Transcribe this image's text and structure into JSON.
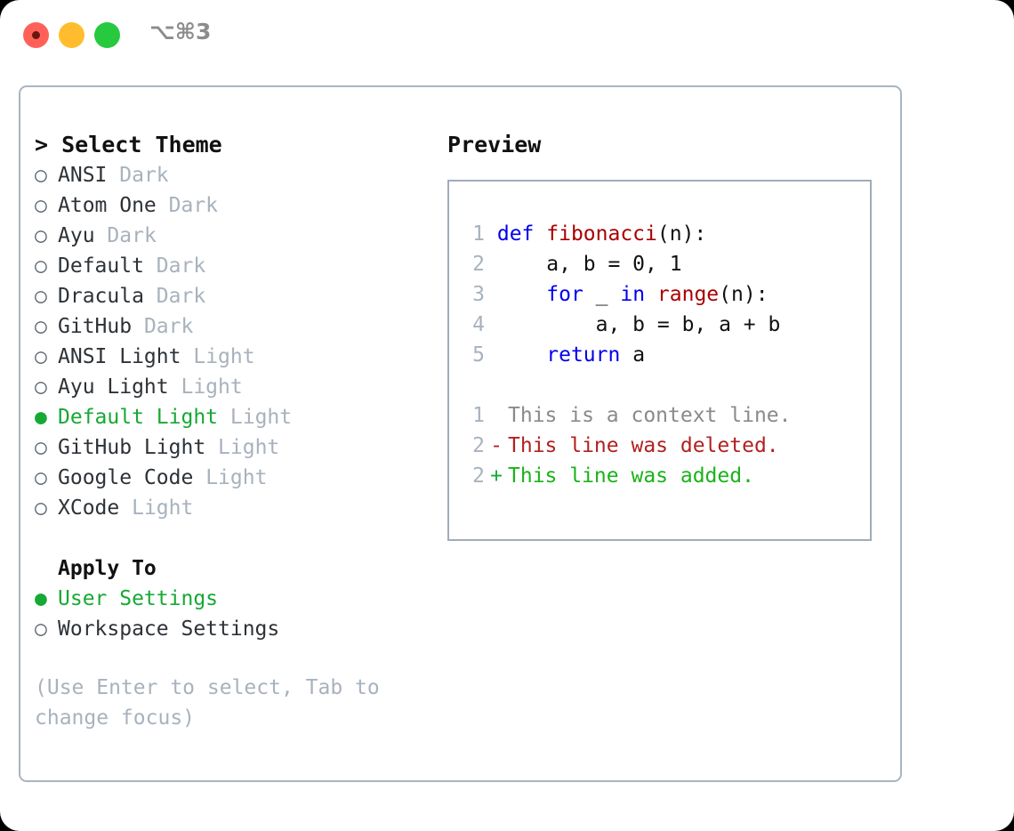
{
  "titlebar": {
    "shortcut": "⌥⌘3",
    "buttons": [
      {
        "name": "close",
        "color": "#ff6159"
      },
      {
        "name": "minimize",
        "color": "#ffbd2e"
      },
      {
        "name": "maximize",
        "color": "#27c93f"
      }
    ]
  },
  "colors": {
    "selected_green": "#16a934",
    "tag_gray": "#a8b2bd",
    "label_dark": "#2d3237",
    "border": "#a9b4c2",
    "keyword_blue": "#0000ee",
    "function_red": "#aa0000",
    "diff_delete": "#b32020",
    "diff_add": "#19b319"
  },
  "theme_list": {
    "header": "> Select Theme",
    "marker_selected": "●",
    "marker_unselected": "○",
    "items": [
      {
        "label": "ANSI",
        "tag": "Dark",
        "selected": false
      },
      {
        "label": "Atom One",
        "tag": "Dark",
        "selected": false
      },
      {
        "label": "Ayu",
        "tag": "Dark",
        "selected": false
      },
      {
        "label": "Default",
        "tag": "Dark",
        "selected": false
      },
      {
        "label": "Dracula",
        "tag": "Dark",
        "selected": false
      },
      {
        "label": "GitHub",
        "tag": "Dark",
        "selected": false
      },
      {
        "label": "ANSI Light",
        "tag": "Light",
        "selected": false
      },
      {
        "label": "Ayu Light",
        "tag": "Light",
        "selected": false
      },
      {
        "label": "Default Light",
        "tag": "Light",
        "selected": true
      },
      {
        "label": "GitHub Light",
        "tag": "Light",
        "selected": false
      },
      {
        "label": "Google Code",
        "tag": "Light",
        "selected": false
      },
      {
        "label": "XCode",
        "tag": "Light",
        "selected": false
      }
    ]
  },
  "apply_to": {
    "header": "Apply To",
    "items": [
      {
        "label": "User Settings",
        "selected": true
      },
      {
        "label": "Workspace Settings",
        "selected": false
      }
    ]
  },
  "hint": "(Use Enter to select, Tab to change focus)",
  "preview": {
    "title": "Preview",
    "code_lines": [
      {
        "no": "1",
        "tokens": [
          {
            "t": "def ",
            "c": "kw"
          },
          {
            "t": "fibonacci",
            "c": "fn"
          },
          {
            "t": "(n):",
            "c": "plain"
          }
        ]
      },
      {
        "no": "2",
        "tokens": [
          {
            "t": "    a, b = 0, 1",
            "c": "plain"
          }
        ]
      },
      {
        "no": "3",
        "tokens": [
          {
            "t": "    ",
            "c": "plain"
          },
          {
            "t": "for",
            "c": "kw"
          },
          {
            "t": " _ ",
            "c": "plain"
          },
          {
            "t": "in",
            "c": "kw"
          },
          {
            "t": " ",
            "c": "plain"
          },
          {
            "t": "range",
            "c": "fn"
          },
          {
            "t": "(n):",
            "c": "plain"
          }
        ]
      },
      {
        "no": "4",
        "tokens": [
          {
            "t": "        a, b = b, a + b",
            "c": "plain"
          }
        ]
      },
      {
        "no": "5",
        "tokens": [
          {
            "t": "    ",
            "c": "plain"
          },
          {
            "t": "return",
            "c": "kw"
          },
          {
            "t": " a",
            "c": "plain"
          }
        ]
      }
    ],
    "diff_lines": [
      {
        "no": "1",
        "sign": " ",
        "kind": "ctx",
        "text": "This is a context line."
      },
      {
        "no": "2",
        "sign": "-",
        "kind": "del",
        "text": "This line was deleted."
      },
      {
        "no": "2",
        "sign": "+",
        "kind": "add",
        "text": "This line was added."
      }
    ]
  }
}
